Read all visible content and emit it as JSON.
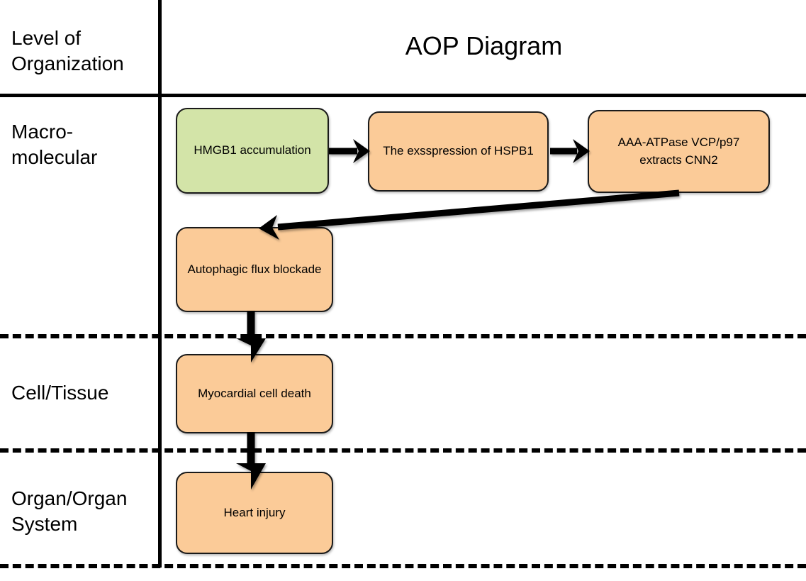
{
  "title": "AOP Diagram",
  "left_column": {
    "header": "Level of Organization",
    "header_line1": "Level of",
    "header_line2": "Organization",
    "rows": [
      {
        "id": "macro",
        "label": "Macro- molecular",
        "line1": "Macro-",
        "line2": "molecular"
      },
      {
        "id": "cell",
        "label": "Cell/Tissue",
        "line1": "Cell/Tissue",
        "line2": ""
      },
      {
        "id": "organ",
        "label": "Organ/Organ System",
        "line1": "Organ/Organ",
        "line2": "System"
      }
    ]
  },
  "nodes": [
    {
      "id": "hmgb1",
      "label": "HMGB1 accumulation",
      "color": "#d3e4a8",
      "level": "macro",
      "kind": "molecular-initiating-event"
    },
    {
      "id": "hspb1",
      "label": "The exsspression of HSPB1",
      "color": "#fbcb98",
      "level": "macro",
      "kind": "key-event"
    },
    {
      "id": "vcp",
      "label": "AAA-ATPase VCP/p97 extracts CNN2",
      "color": "#fbcb98",
      "level": "macro",
      "kind": "key-event"
    },
    {
      "id": "autoph",
      "label": "Autophagic flux blockade",
      "color": "#fbcb98",
      "level": "macro",
      "kind": "key-event"
    },
    {
      "id": "myocard",
      "label": "Myocardial cell death",
      "color": "#fbcb98",
      "level": "cell",
      "kind": "key-event"
    },
    {
      "id": "heart",
      "label": "Heart injury",
      "color": "#fbcb98",
      "level": "organ",
      "kind": "adverse-outcome"
    }
  ],
  "edges": [
    {
      "from": "hmgb1",
      "to": "hspb1",
      "style": "horizontal-arrow"
    },
    {
      "from": "hspb1",
      "to": "vcp",
      "style": "horizontal-arrow"
    },
    {
      "from": "vcp",
      "to": "autoph",
      "style": "diagonal-arrow"
    },
    {
      "from": "autoph",
      "to": "myocard",
      "style": "vertical-arrow"
    },
    {
      "from": "myocard",
      "to": "heart",
      "style": "vertical-arrow"
    }
  ],
  "colors": {
    "green_fill": "#d3e4a8",
    "orange_fill": "#fbcb98",
    "stroke": "#000000",
    "background": "#ffffff"
  }
}
